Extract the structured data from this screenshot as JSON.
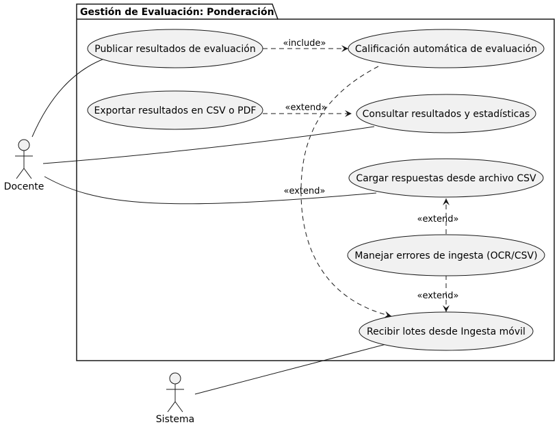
{
  "package": {
    "title": "Gestión de Evaluación: Ponderación"
  },
  "actors": {
    "docente": "Docente",
    "sistema": "Sistema"
  },
  "use_cases": {
    "publicar": "Publicar resultados de evaluación",
    "calificacion": "Calificación automática de evaluación",
    "exportar": "Exportar resultados en CSV o PDF",
    "consultar": "Consultar resultados y estadísticas",
    "cargar": "Cargar respuestas desde archivo CSV",
    "manejar": "Manejar errores de ingesta (OCR/CSV)",
    "recibir": "Recibir lotes desde Ingesta móvil"
  },
  "relations": {
    "include_publicar_calificacion": "«include»",
    "extend_exportar_consultar": "«extend»",
    "extend_calificacion_recibir": "«extend»",
    "extend_manejar_cargar": "«extend»",
    "extend_manejar_recibir": "«extend»"
  },
  "colors": {
    "usecase_fill": "#f1f1f1",
    "stroke": "#181818",
    "background": "#ffffff"
  }
}
